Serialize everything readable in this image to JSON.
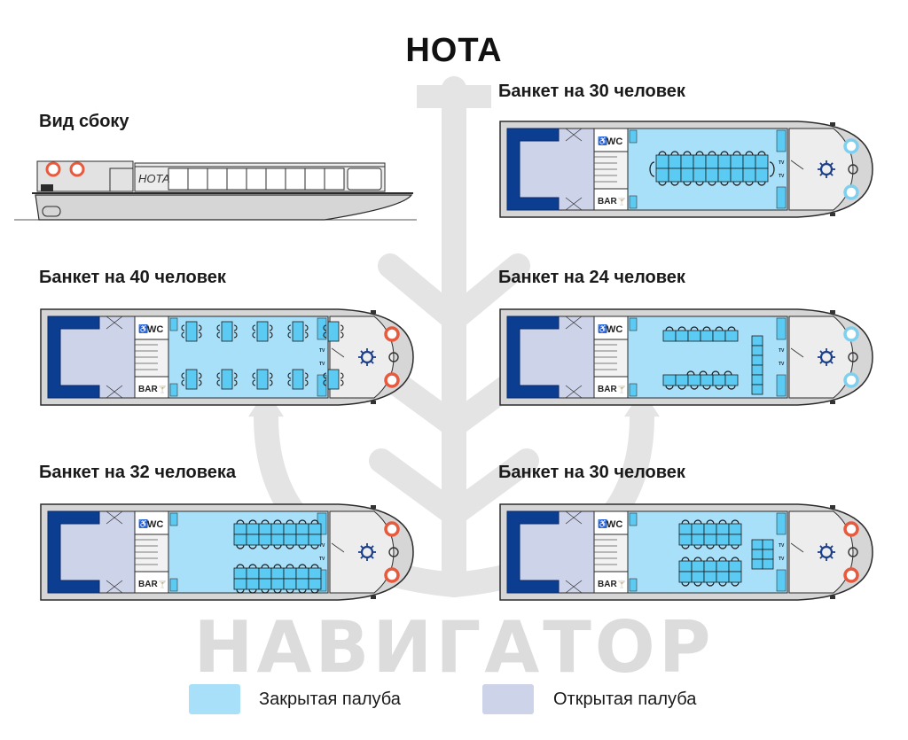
{
  "title": "НОТА",
  "watermark_text": "НАВИГАТОР",
  "side_view": {
    "label": "Вид сбоку",
    "boat_name": "НОТА"
  },
  "plans": [
    {
      "label": "Банкет на 30 человек",
      "layout": "long-table"
    },
    {
      "label": "Банкет на 40 человек",
      "layout": "ten-tables"
    },
    {
      "label": "Банкет на 24 человек",
      "layout": "u-shape"
    },
    {
      "label": "Банкет на 32 человека",
      "layout": "two-long-tables"
    },
    {
      "label": "Банкет на 30 человек",
      "layout": "mixed"
    }
  ],
  "labels": {
    "wc": "WC",
    "bar": "BAR",
    "tv": "TV"
  },
  "legend": [
    {
      "label": "Закрытая палуба",
      "color": "#a8e0fa"
    },
    {
      "label": "Открытая палуба",
      "color": "#cdd3e8"
    }
  ],
  "colors": {
    "closed_deck": "#a8e0fa",
    "open_deck": "#cdd3e8",
    "furniture": "#5ccbf3",
    "sofa": "#0b3d91",
    "hull": "#d6d6d6",
    "outline": "#2b2b2b"
  }
}
